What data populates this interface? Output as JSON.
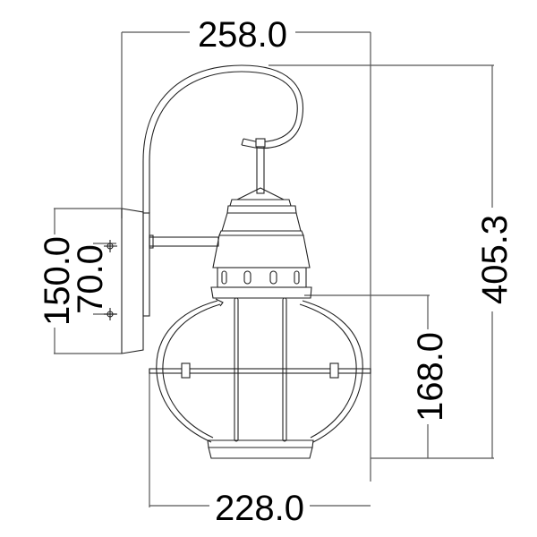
{
  "drawing": {
    "subject": "Wall lantern dimension drawing",
    "units": "mm",
    "colors": {
      "line": "#222222",
      "dimension": "#555555",
      "background": "#ffffff"
    }
  },
  "dimensions": {
    "overall_depth": "258.0",
    "overall_height": "405.3",
    "backplate_height": "150.0",
    "mounting_hole_spacing": "70.0",
    "globe_height": "168.0",
    "lantern_width": "228.0"
  }
}
